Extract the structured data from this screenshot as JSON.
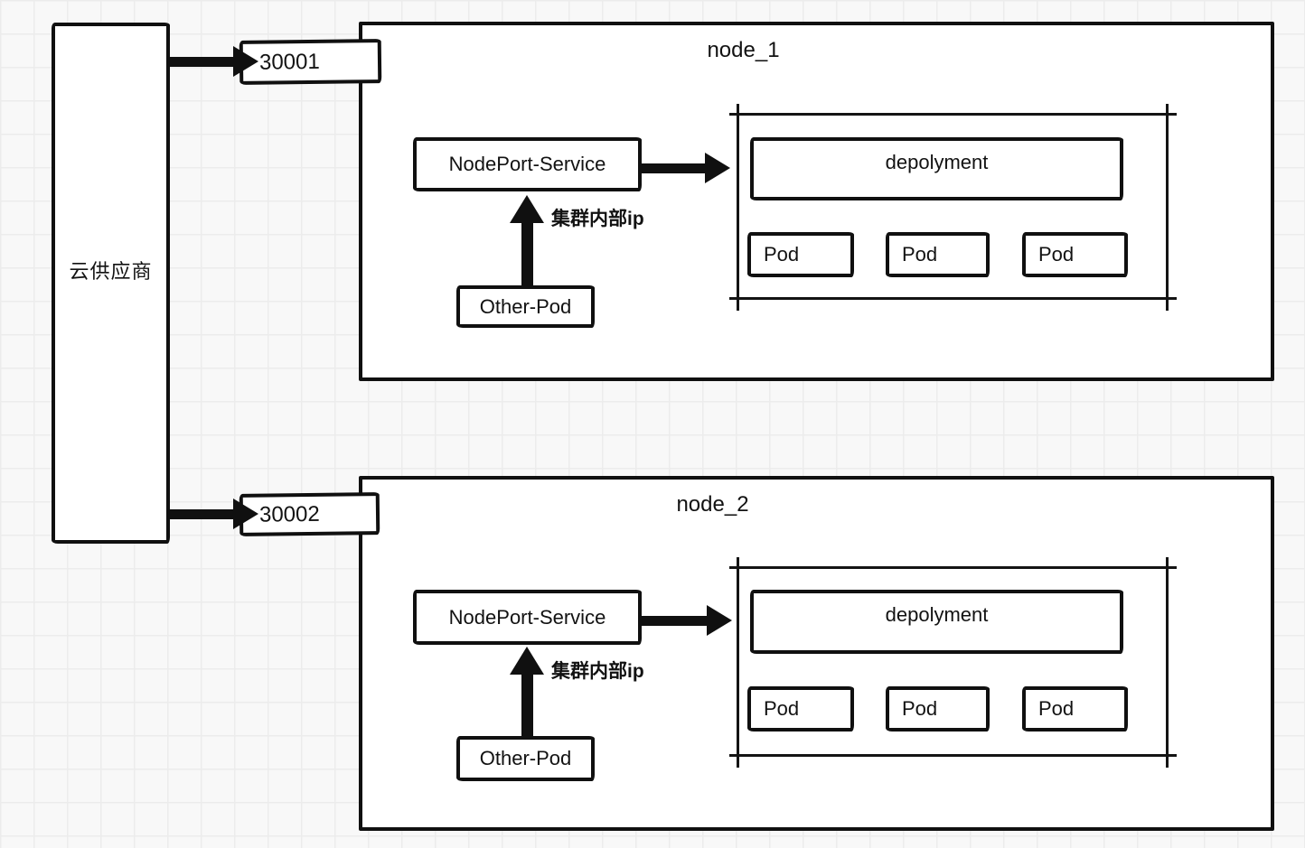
{
  "diagram": {
    "cloud_provider_label": "云供应商",
    "ports": [
      {
        "label": "30001"
      },
      {
        "label": "30002"
      }
    ],
    "nodes": [
      {
        "title": "node_1",
        "service": "NodePort-Service",
        "cluster_ip_note": "集群内部ip",
        "other_pod": "Other-Pod",
        "deployment": "depolyment",
        "pods": [
          "Pod",
          "Pod",
          "Pod"
        ]
      },
      {
        "title": "node_2",
        "service": "NodePort-Service",
        "cluster_ip_note": "集群内部ip",
        "other_pod": "Other-Pod",
        "deployment": "depolyment",
        "pods": [
          "Pod",
          "Pod",
          "Pod"
        ]
      }
    ],
    "colors": {
      "stroke": "#101010",
      "fill": "#ffffff",
      "background": "#f8f8f8",
      "grid_line": "#ececec"
    }
  }
}
